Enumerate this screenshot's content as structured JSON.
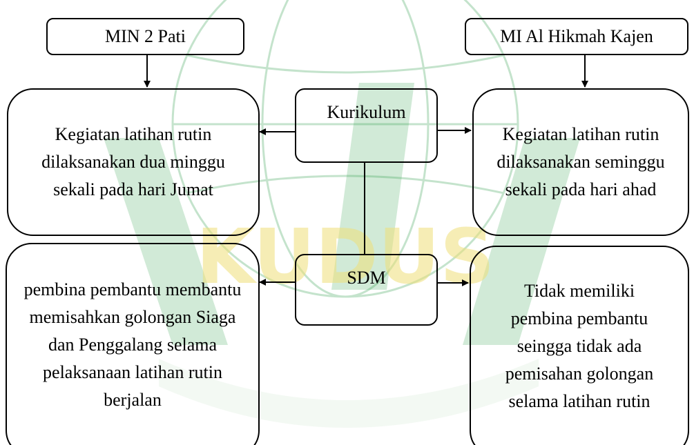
{
  "diagram": {
    "top_left_label": "MIN 2 Pati",
    "top_right_label": "MI Al Hikmah Kajen",
    "center_top_label": "Kurikulum",
    "center_bottom_label": "SDM",
    "left_top_text": "Kegiatan latihan rutin dilaksanakan dua minggu sekali pada hari Jumat",
    "right_top_text": "Kegiatan latihan rutin dilaksanakan seminggu sekali pada hari ahad",
    "left_bottom_text": "pembina pembantu membantu memisahkan golongan Siaga dan Penggalang selama pelaksanaan latihan rutin berjalan",
    "right_bottom_text": "Tidak memiliki pembina pembantu seingga tidak ada pemisahan golongan selama latihan rutin"
  },
  "watermark": {
    "label": "KUDUS",
    "colors": {
      "green": "#2e9e4a",
      "yellow": "#efe07a",
      "light_green": "#cfe9cf"
    }
  }
}
